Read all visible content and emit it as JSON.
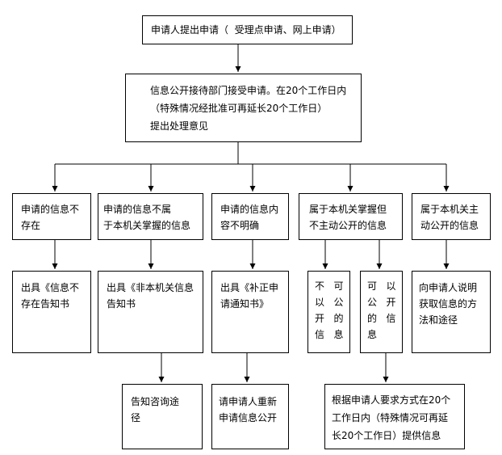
{
  "nodes": {
    "start": "申请人提出申请（  受理点申请、网上申请）",
    "accept_line1": "信息公开接待部门接受申请。在20个工作日内",
    "accept_line2": "（特殊情况经批准可再延长20个工作日）",
    "accept_line3": "提出处理意见",
    "c1": "申请的信息不\n存在",
    "c2": "申请的信息不属\n于本机关掌握的信息",
    "c3": "申请的信息内\n容不明确",
    "c4": "属于本机关掌握但\n不主动公开的信息",
    "c5": "属于本机关主\n动公开的信息",
    "r1": "出具《信息不\n存在告知书",
    "r2": "出具《非本机关信息\n告知书",
    "r3": "出具《补正申\n请通知书》",
    "r4a": "不   可\n以   公\n开   的\n信   息",
    "r4b": "可   以\n公   开\n的   信\n息",
    "r5": "向申请人说明\n获取信息的方\n法和途径",
    "f2": "告知咨询途\n径",
    "f3": "请申请人重新\n申请信息公开",
    "f4_line1": "根据申请人要求方式在20个",
    "f4_line2": "工作日内（特殊情况可再延",
    "f4_line3": "长20个工作日）提供信息"
  }
}
